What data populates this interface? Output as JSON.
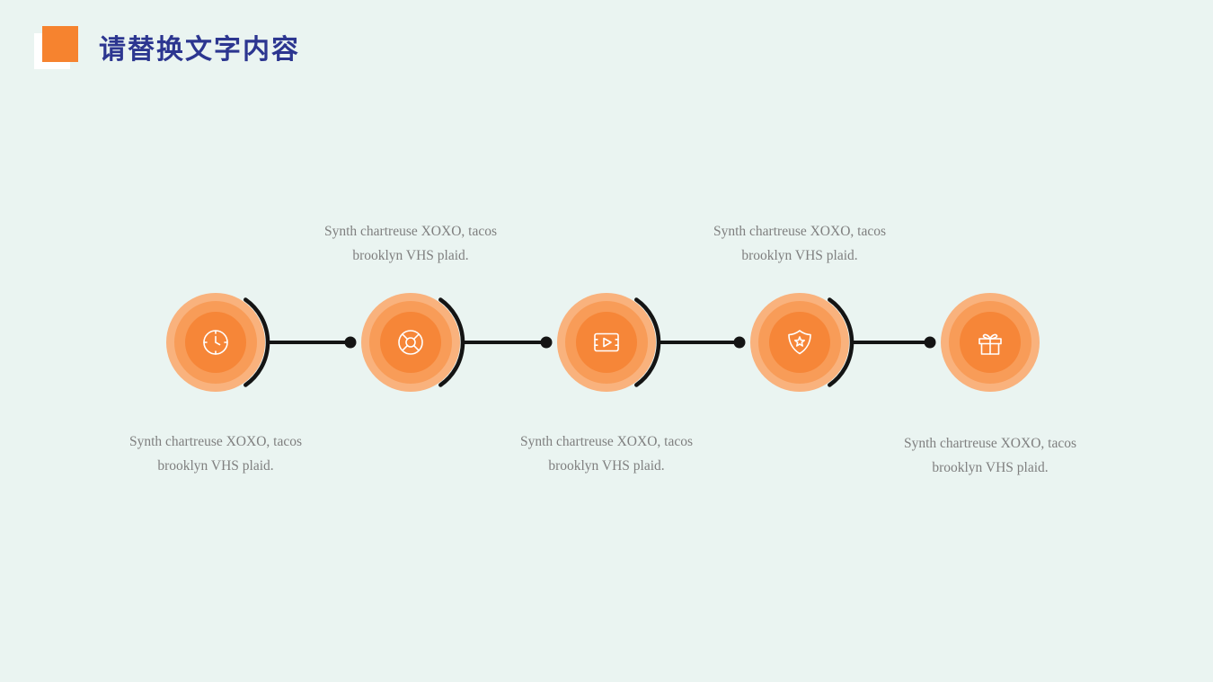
{
  "header": {
    "title": "请替换文字内容"
  },
  "colors": {
    "background": "#eaf4f1",
    "accent_orange": "#f6832f",
    "circle_outer": "#f9b27d",
    "circle_mid": "#f89c58",
    "circle_inner": "#f68638",
    "title_blue": "#2c3690",
    "caption_gray": "#7f7f7f",
    "connector_black": "#141414"
  },
  "timeline": {
    "steps": [
      {
        "icon": "clock-icon",
        "caption_position": "below",
        "caption_line1": "Synth chartreuse XOXO, tacos",
        "caption_line2": "brooklyn VHS plaid."
      },
      {
        "icon": "lifebuoy-icon",
        "caption_position": "above",
        "caption_line1": "Synth chartreuse XOXO, tacos",
        "caption_line2": "brooklyn VHS plaid."
      },
      {
        "icon": "video-player-icon",
        "caption_position": "below",
        "caption_line1": "Synth chartreuse XOXO, tacos",
        "caption_line2": "brooklyn VHS plaid."
      },
      {
        "icon": "badge-star-icon",
        "caption_position": "above",
        "caption_line1": "Synth chartreuse XOXO, tacos",
        "caption_line2": "brooklyn VHS plaid."
      },
      {
        "icon": "gift-icon",
        "caption_position": "below",
        "caption_line1": "Synth chartreuse XOXO, tacos",
        "caption_line2": "brooklyn VHS plaid."
      }
    ]
  }
}
